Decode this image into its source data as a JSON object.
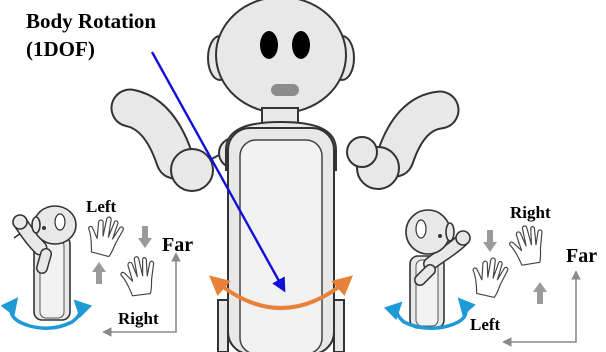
{
  "main_figure": {
    "title_line1": "Body Rotation",
    "title_line2": "(1DOF)"
  },
  "left_panel": {
    "upper_hand_label": "Left",
    "lower_hand_label": "Right",
    "axis_label": "Far"
  },
  "right_panel": {
    "upper_hand_label": "Right",
    "lower_hand_label": "Left",
    "axis_label": "Far"
  },
  "colors": {
    "pointer_arrow": "#1010d8",
    "rotation_arrow": "#e8823a",
    "base_rotation_arrow": "#1e9ad6",
    "hand_motion_arrow": "#9a9a9a",
    "robot_fill": "#e8e8e8",
    "robot_outline": "#333333"
  }
}
